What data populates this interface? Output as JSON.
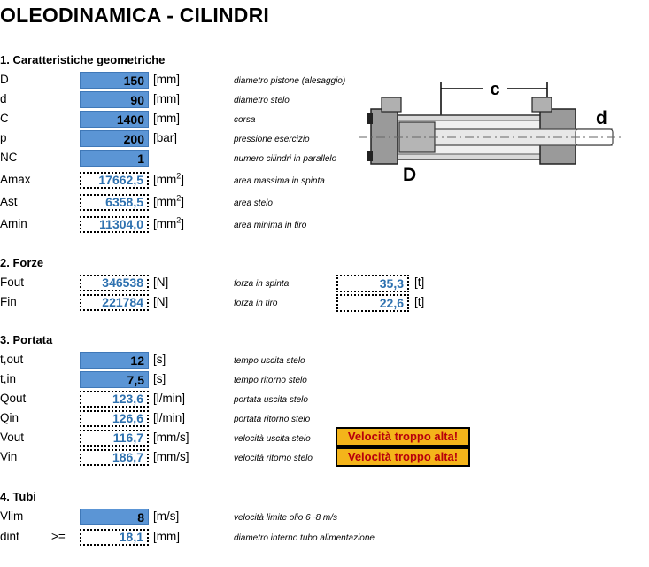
{
  "title": "OLEODINAMICA - CILINDRI",
  "sections": {
    "geom": "1. Caratteristiche geometriche",
    "forze": "2. Forze",
    "portata": "3. Portata",
    "tubi": "4. Tubi"
  },
  "geom": {
    "D": {
      "label": "D",
      "value": "150",
      "unit": "[mm]",
      "desc": "diametro pistone (alesaggio)"
    },
    "d": {
      "label": "d",
      "value": "90",
      "unit": "[mm]",
      "desc": "diametro stelo"
    },
    "C": {
      "label": "C",
      "value": "1400",
      "unit": "[mm]",
      "desc": "corsa"
    },
    "p": {
      "label": "p",
      "value": "200",
      "unit": "[bar]",
      "desc": "pressione esercizio"
    },
    "NC": {
      "label": "NC",
      "value": "1",
      "unit": "",
      "desc": "numero cilindri in parallelo"
    },
    "Amax": {
      "label": "Amax",
      "value": "17662,5",
      "unit": "[mm",
      "desc": "area massima in spinta"
    },
    "Ast": {
      "label": "Ast",
      "value": "6358,5",
      "unit": "[mm",
      "desc": "area stelo"
    },
    "Amin": {
      "label": "Amin",
      "value": "11304,0",
      "unit": "[mm",
      "desc": "area minima in tiro"
    },
    "sq": "2",
    "close": "]"
  },
  "forze": {
    "Fout": {
      "label": "Fout",
      "value": "346538",
      "unit": "[N]",
      "desc": "forza in spinta",
      "tvalue": "35,3",
      "tunit": "[t]"
    },
    "Fin": {
      "label": "Fin",
      "value": "221784",
      "unit": "[N]",
      "desc": "forza in tiro",
      "tvalue": "22,6",
      "tunit": "[t]"
    }
  },
  "portata": {
    "tout": {
      "label": "t,out",
      "value": "12",
      "unit": "[s]",
      "desc": "tempo uscita stelo"
    },
    "tin": {
      "label": "t,in",
      "value": "7,5",
      "unit": "[s]",
      "desc": "tempo ritorno stelo"
    },
    "Qout": {
      "label": "Qout",
      "value": "123,6",
      "unit": "[l/min]",
      "desc": "portata uscita stelo"
    },
    "Qin": {
      "label": "Qin",
      "value": "126,6",
      "unit": "[l/min]",
      "desc": "portata ritorno stelo"
    },
    "Vout": {
      "label": "Vout",
      "value": "116,7",
      "unit": "[mm/s]",
      "desc": "velocità uscita stelo",
      "warn": "Velocità troppo alta!"
    },
    "Vin": {
      "label": "Vin",
      "value": "186,7",
      "unit": "[mm/s]",
      "desc": "velocità ritorno stelo",
      "warn": "Velocità troppo alta!"
    }
  },
  "tubi": {
    "Vlim": {
      "label": "Vlim",
      "value": "8",
      "unit": "[m/s]",
      "desc": "velocità limite olio 6~8 m/s"
    },
    "dint": {
      "label": "dint",
      "op": ">=",
      "value": "18,1",
      "unit": "[mm]",
      "desc": "diametro interno tubo alimentazione"
    }
  },
  "diagram": {
    "label_c": "c",
    "label_d": "d",
    "label_D": "D"
  },
  "colors": {
    "input": "#5b95d5",
    "calc_text": "#2f72b0",
    "warn_bg": "#f4b41a",
    "warn_text": "#b8000c"
  }
}
